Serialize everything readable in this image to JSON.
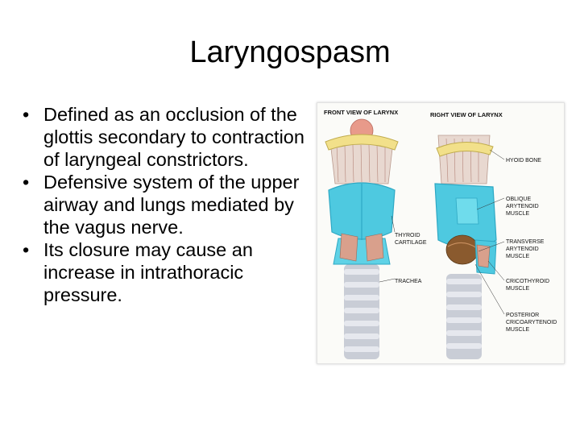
{
  "slide": {
    "title": "Laryngospasm",
    "bullets": [
      "Defined as an occlusion of the glottis secondary to contraction of laryngeal constrictors.",
      "Defensive system of the upper airway and lungs mediated by the vagus nerve.",
      "Its closure may cause an increase in intrathoracic pressure."
    ],
    "bullet_glyph": "•"
  },
  "figure": {
    "front_view_label": "FRONT VIEW OF LARYNX",
    "right_view_label": "RIGHT VIEW OF LARYNX",
    "labels": {
      "hyoid": [
        "HYOID BONE"
      ],
      "oblique": [
        "OBLIQUE",
        "ARYTENOID",
        "MUSCLE"
      ],
      "thyroid": [
        "THYROID",
        "CARTILAGE"
      ],
      "transverse": [
        "TRANSVERSE",
        "ARYTENOID",
        "MUSCLE"
      ],
      "trachea": [
        "TRACHEA"
      ],
      "cricothyroid": [
        "CRICOTHYROID",
        "MUSCLE"
      ],
      "posterior": [
        "POSTERIOR",
        "CRICOARYTENOID",
        "MUSCLE"
      ]
    },
    "colors": {
      "cartilage": "#4ec9e0",
      "cartilage_dark": "#2ea8c4",
      "hyoid": "#f2e08a",
      "muscle": "#d9a08c",
      "muscle_dark": "#8a5a2e",
      "trachea": "#c9cdd6",
      "epiglottis": "#e89a8a"
    }
  }
}
